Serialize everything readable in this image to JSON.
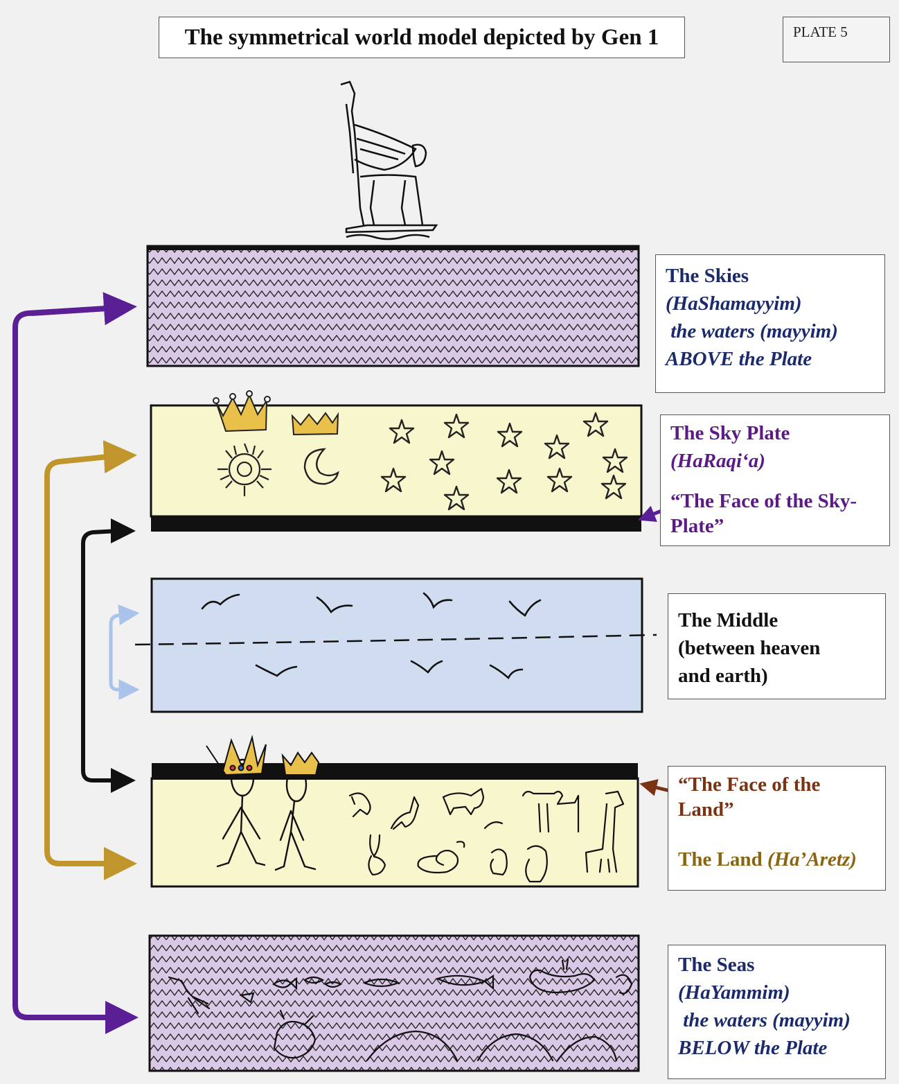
{
  "title": "The symmetrical world model depicted by Gen 1",
  "plate_label": "PLATE 5",
  "labels": {
    "skies": {
      "name": "The Skies",
      "hebrew": "(HaShamayyim)",
      "line3": " the waters (mayyim)",
      "line4": "ABOVE the Plate",
      "color": "#1a2a6c"
    },
    "sky_plate": {
      "name": "The Sky Plate",
      "hebrew": "(HaRaqi‘a)",
      "face1": "“The Face of the Sky-",
      "face2": "Plate”",
      "color": "#5b1a86"
    },
    "middle": {
      "line1": "The Middle",
      "line2": "(between heaven",
      "line3": "and earth)",
      "color": "#111111"
    },
    "land": {
      "face1": "“The Face of the",
      "face2": "Land”",
      "name": "The Land ",
      "hebrew": "(Ha’Aretz)",
      "face_color": "#7a3312",
      "name_color": "#8a6510"
    },
    "seas": {
      "name": "The Seas",
      "hebrew": "(HaYammim)",
      "line3": " the waters (mayyim)",
      "line4": "BELOW the Plate",
      "color": "#1a2a6c"
    }
  },
  "colors": {
    "waters_fill": "#d9c8e6",
    "plate_fill": "#f8f6cc",
    "middle_fill": "#d0ddf0",
    "purple_arrow": "#5a1f94",
    "gold_arrow": "#c0962c",
    "black_arrow": "#111111",
    "light_blue_arrow": "#a9c3ea",
    "crown_gold": "#e8c04a"
  }
}
